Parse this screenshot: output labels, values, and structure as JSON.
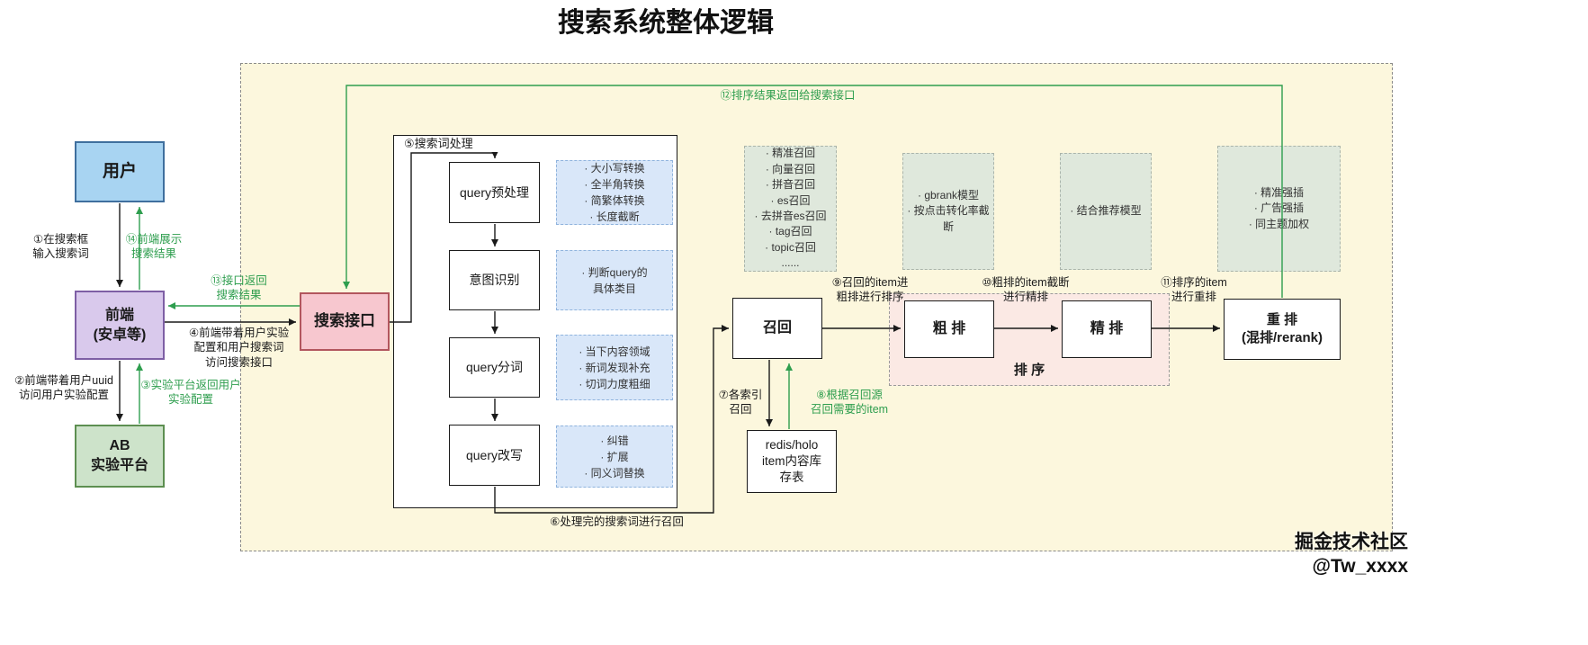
{
  "title": "搜索系统整体逻辑",
  "watermark": "掘金技术社区 @Tw_xxxx",
  "nodes": {
    "user": "用户",
    "frontend": "前端\n(安卓等)",
    "ab_platform": "AB\n实验平台",
    "search_api": "搜索接口",
    "query_preprocess": "query预处理",
    "intent_recognition": "意图识别",
    "query_segment": "query分词",
    "query_rewrite": "query改写",
    "recall": "召回",
    "coarse_rank": "粗 排",
    "fine_rank": "精 排",
    "rerank": "重 排\n(混排/rerank)",
    "item_store": "redis/holo\nitem内容库\n存表",
    "sort_label": "排 序"
  },
  "notes": {
    "preprocess": "· 大小写转换\n· 全半角转换\n· 简繁体转换\n· 长度截断",
    "intent": "· 判断query的\n具体类目",
    "segment": "· 当下内容领域\n· 新词发现补充\n· 切词力度粗细",
    "rewrite": "· 纠错\n· 扩展\n· 同义词替换",
    "recall": "· 精准召回\n· 向量召回\n· 拼音召回\n· es召回\n· 去拼音es召回\n· tag召回\n· topic召回\n......",
    "coarse": "· gbrank模型\n· 按点击转化率截断",
    "fine": "· 结合推荐模型",
    "rerank": "· 精准强插\n· 广告强插\n· 同主题加权"
  },
  "edges": {
    "s1": "①在搜索框\n输入搜索词",
    "s2": "②前端带着用户uuid\n访问用户实验配置",
    "s3": "③实验平台返回用户\n实验配置",
    "s4": "④前端带着用户实验\n配置和用户搜索词\n访问搜索接口",
    "s5": "⑤搜索词处理",
    "s6": "⑥处理完的搜索词进行召回",
    "s7": "⑦各索引\n召回",
    "s8": "⑧根据召回源\n召回需要的item",
    "s9": "⑨召回的item进\n粗排进行排序",
    "s10": "⑩粗排的item截断\n进行精排",
    "s11": "⑪排序的item\n进行重排",
    "s12": "⑫排序结果返回给搜索接口",
    "s13": "⑬接口返回\n搜索结果",
    "s14": "⑭前端展示\n搜索结果"
  },
  "colors": {
    "flow_return_green": "#2e9e4e",
    "flow_black": "#1a1a1a",
    "container_yellow": "#fcf7dd",
    "user_blue": "#a8d4f2",
    "frontend_purple": "#d9c9ec",
    "ab_green": "#cde3ca",
    "search_api_pink": "#f7c7cf",
    "note_blue": "#d9e7f9",
    "note_green": "#dfe8dc",
    "sort_group_pink": "#fbe9e4"
  }
}
